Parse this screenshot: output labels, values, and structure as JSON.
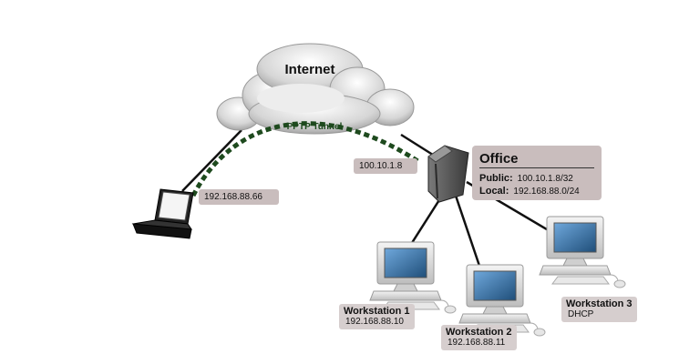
{
  "cloud": {
    "label": "Internet",
    "tunnel_label": "PPTP Tunnel"
  },
  "laptop": {
    "ip": "192.168.88.66"
  },
  "router": {
    "wan_ip": "100.10.1.8"
  },
  "office": {
    "title": "Office",
    "public_label": "Public:",
    "public_value": "100.10.1.8/32",
    "local_label": "Local:",
    "local_value": "192.168.88.0/24"
  },
  "workstations": [
    {
      "name": "Workstation 1",
      "detail": "192.168.88.10"
    },
    {
      "name": "Workstation 2",
      "detail": "192.168.88.11"
    },
    {
      "name": "Workstation 3",
      "detail": "DHCP"
    }
  ],
  "colors": {
    "tunnel": "#1e4a1e",
    "cable": "#111111",
    "label_bg": "#c9bdbd"
  },
  "icons": [
    "cloud-icon",
    "laptop-icon",
    "router-icon",
    "computer-icon"
  ]
}
